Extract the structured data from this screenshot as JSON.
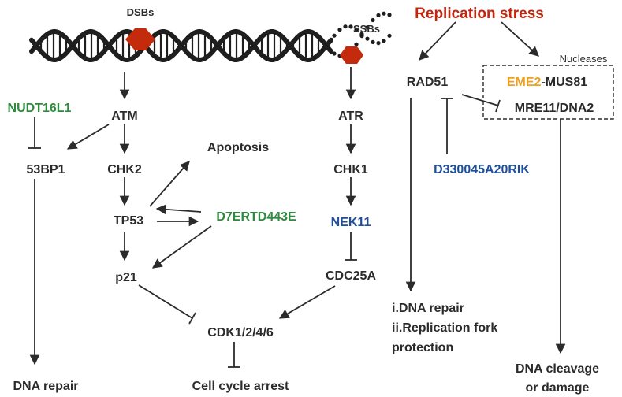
{
  "colors": {
    "text": "#2b2b2b",
    "green": "#2e8b3e",
    "blue": "#1d4f9b",
    "red": "#c3260e",
    "orange": "#f0a020",
    "hexagon": "#c42a0c",
    "dna": "#1e1e1e"
  },
  "labels": {
    "dsbs": "DSBs",
    "ssbs": "SSBs",
    "replication_stress": "Replication stress",
    "nucleases": "Nucleases",
    "eme2": "EME2",
    "mus81": "-MUS81",
    "mre11_dna2": "MRE11/DNA2",
    "rad51": "RAD51",
    "nudt16l1": "NUDT16L1",
    "atm": "ATM",
    "bp53": "53BP1",
    "chk2": "CHK2",
    "apoptosis": "Apoptosis",
    "tp53": "TP53",
    "d7ertd443e": "D7ERTD443E",
    "p21": "p21",
    "atr": "ATR",
    "chk1": "CHK1",
    "nek11": "NEK11",
    "cdc25a": "CDC25A",
    "d330045a20rik": "D330045A20RIK",
    "cdk": "CDK1/2/4/6",
    "cell_cycle_arrest": "Cell cycle arrest",
    "dna_repair_left": "DNA repair",
    "dna_repair_item": "i.DNA repair",
    "fork_protection_1": "ii.Replication fork",
    "fork_protection_2": "protection",
    "dna_cleavage_1": "DNA cleavage",
    "dna_cleavage_2": "or damage"
  }
}
